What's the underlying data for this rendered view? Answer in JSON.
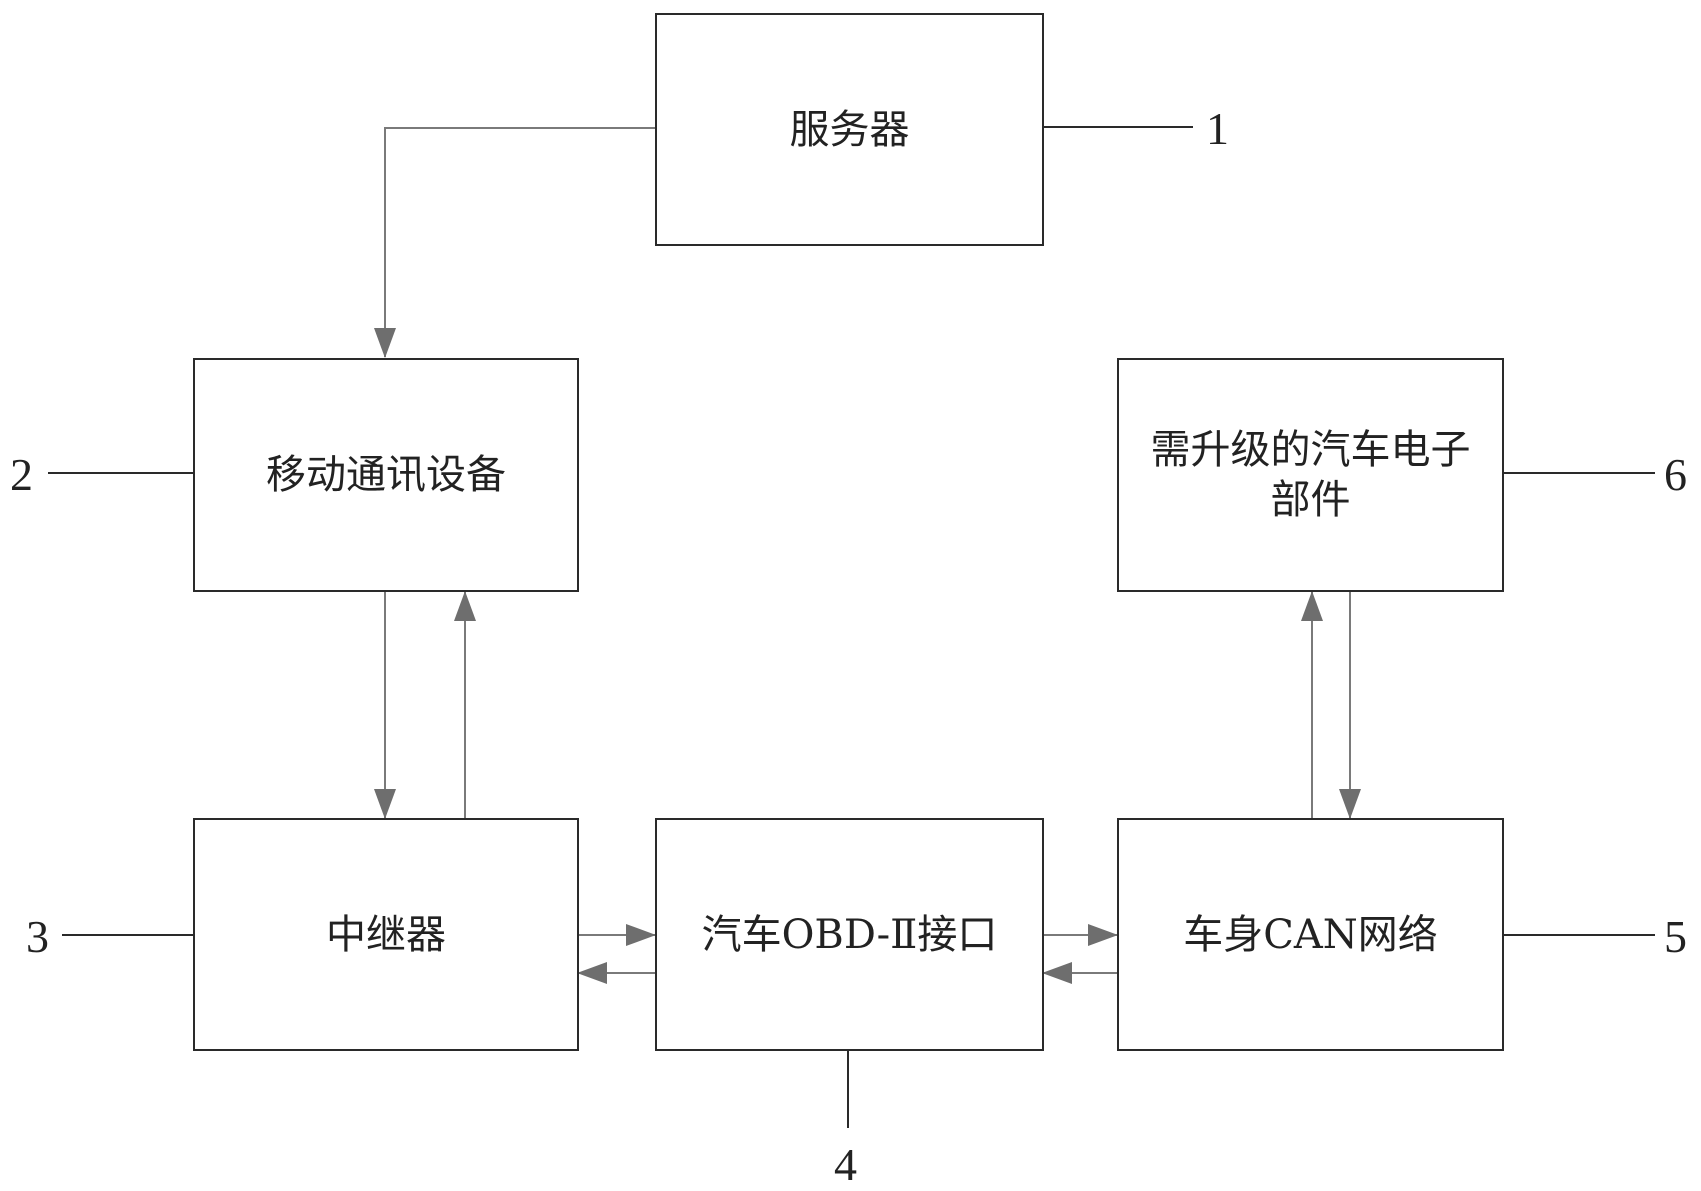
{
  "blocks": {
    "server": "服务器",
    "mobile": "移动通讯设备",
    "repeater": "中继器",
    "obd": "汽车OBD-Ⅱ接口",
    "can": "车身CAN网络",
    "ecu": "需升级的汽车电子\n部件"
  },
  "refs": {
    "server": "1",
    "mobile": "2",
    "repeater": "3",
    "obd": "4",
    "can": "5",
    "ecu": "6"
  },
  "colors": {
    "box_border": "#2a2a2a",
    "connector": "#7a7a7a",
    "arrowhead": "#6e6e6e",
    "leader": "#2a2a2a"
  }
}
